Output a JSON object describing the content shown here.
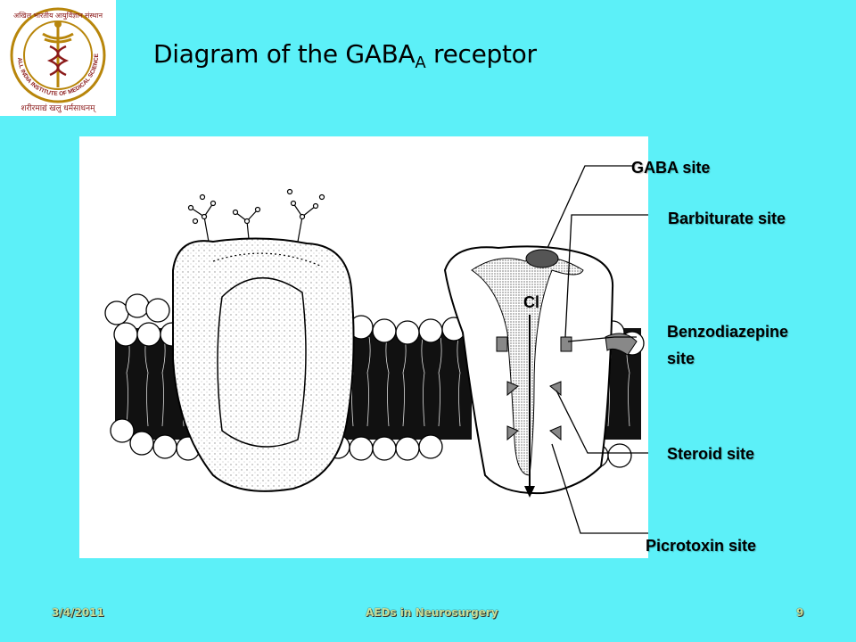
{
  "title": {
    "main": "Diagram of the GABA",
    "sub": "A",
    "rest": " receptor"
  },
  "logo": {
    "top_text": "अखिल भारतीय आयुर्विज्ञान संस्थान",
    "ring_text": "ALL INDIA INSTITUTE OF MEDICAL SCIENCES",
    "motto": "शरीरमाद्यं खलु धर्मसाधनम्"
  },
  "diagram": {
    "ion_label": "Cl",
    "labels": {
      "gaba": "GABA site",
      "barbiturate": "Barbiturate site",
      "benzodiazepine_line1": "Benzodiazepine",
      "benzodiazepine_line2": " site",
      "steroid": "Steroid site",
      "picrotoxin": "Picrotoxin site"
    }
  },
  "footer": {
    "date": "3/4/2011",
    "center": "AEDs in Neurosurgery",
    "page": "9"
  }
}
